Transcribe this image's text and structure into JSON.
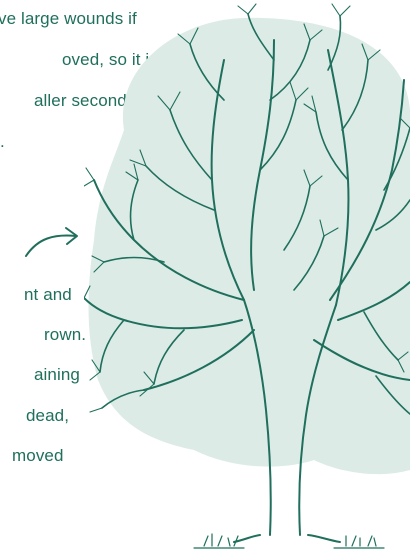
{
  "text_top": {
    "line1": "ve large wounds if",
    "line2": "oved, so it is",
    "line3": "aller secondary",
    "line4": "."
  },
  "text_bottom": {
    "line1": "nt and",
    "line2": "rown.",
    "line3": "aining",
    "line4": " dead,",
    "line5": "moved"
  },
  "colors": {
    "text": "#1f6f5c",
    "ink": "#1f6f5c",
    "leaf_shade": "#b9d8d0"
  },
  "icons": {
    "arrow": "curved-arrow-right-icon",
    "tree": "tree-illustration"
  }
}
